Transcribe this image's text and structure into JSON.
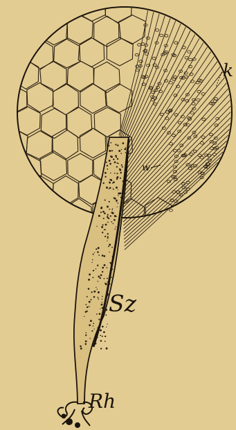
{
  "figure": {
    "labels": {
      "k": "k",
      "w": "w",
      "sz": "Sz",
      "rh": "Rh"
    },
    "colors": {
      "paper": "#e3cc92",
      "ink": "#2a1f12"
    }
  }
}
